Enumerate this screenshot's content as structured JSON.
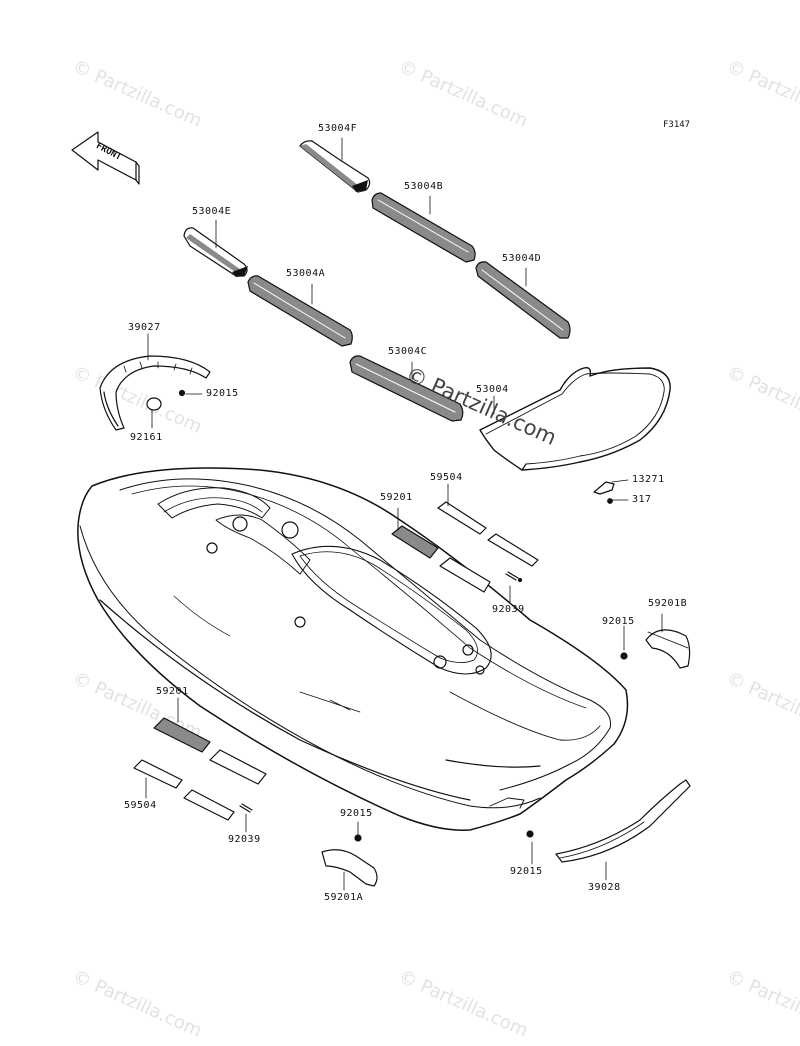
{
  "figure_code": "F3147",
  "front_label": "FRONT",
  "watermark_text": "© Partzilla.com",
  "colors": {
    "line": "#111111",
    "mat_fill": "#8a8a8a",
    "watermark": "#e2e2e2"
  },
  "labels": {
    "p53004F": "53004F",
    "p53004B": "53004B",
    "p53004E": "53004E",
    "p53004A": "53004A",
    "p53004D": "53004D",
    "p53004C": "53004C",
    "p53004": "53004",
    "p39027": "39027",
    "p92015a": "92015",
    "p92161": "92161",
    "p13271": "13271",
    "p317": "317",
    "p59504a": "59504",
    "p59201a": "59201",
    "p92039a": "92039",
    "p92015b": "92015",
    "p59201B": "59201B",
    "p59201b": "59201",
    "p59504b": "59504",
    "p92039b": "92039",
    "p92015c": "92015",
    "p59201A": "59201A",
    "p92015d": "92015",
    "p39028": "39028"
  }
}
